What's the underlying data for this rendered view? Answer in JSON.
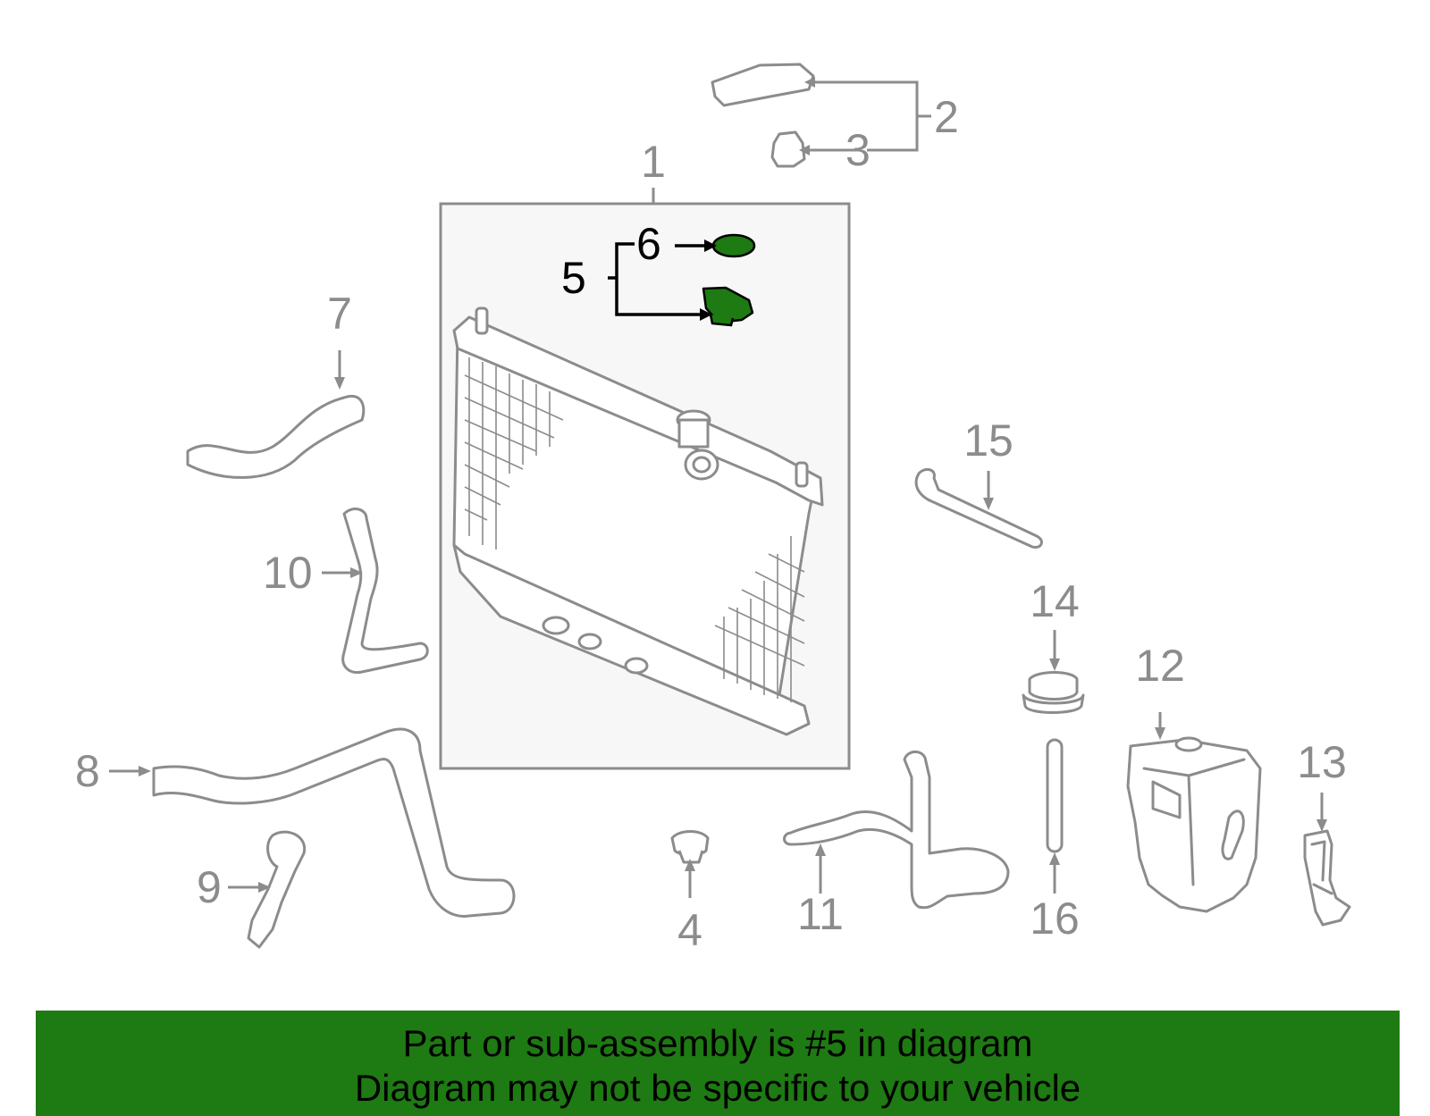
{
  "callouts": {
    "c1": "1",
    "c2": "2",
    "c3": "3",
    "c4": "4",
    "c5": "5",
    "c6": "6",
    "c7": "7",
    "c8": "8",
    "c9": "9",
    "c10": "10",
    "c11": "11",
    "c12": "12",
    "c13": "13",
    "c14": "14",
    "c15": "15",
    "c16": "16"
  },
  "highlight": {
    "part": "5",
    "color": "#1e7a12"
  },
  "banner": {
    "line1": "Part or sub-assembly is #5 in diagram",
    "line2": "Diagram may not be specific to your vehicle",
    "background": "#1e7a12"
  },
  "colors": {
    "part_outline": "#8c8c8c",
    "active_label": "#000000",
    "highlight": "#1e7a12"
  }
}
